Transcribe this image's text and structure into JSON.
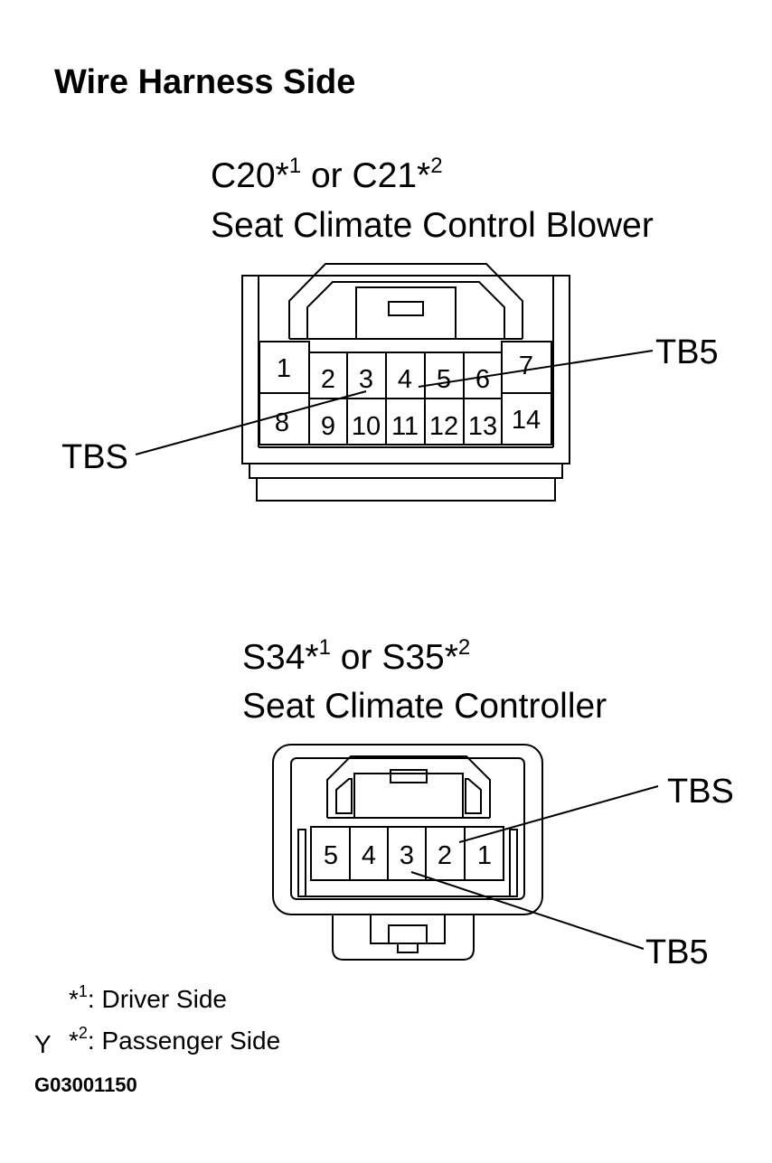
{
  "title": "Wire Harness Side",
  "connector1": {
    "id_a": "C20*",
    "sup_a": "1",
    "or": "or",
    "id_b": "C21*",
    "sup_b": "2",
    "name": "Seat Climate Control Blower",
    "pins_top": [
      "1",
      "2",
      "3",
      "4",
      "5",
      "6",
      "7"
    ],
    "pins_bottom": [
      "8",
      "9",
      "10",
      "11",
      "12",
      "13",
      "14"
    ],
    "label_left": "TBS",
    "label_right": "TB5"
  },
  "connector2": {
    "id_a": "S34*",
    "sup_a": "1",
    "or": "or",
    "id_b": "S35*",
    "sup_b": "2",
    "name": "Seat Climate Controller",
    "pins": [
      "5",
      "4",
      "3",
      "2",
      "1"
    ],
    "label_top": "TBS",
    "label_bottom": "TB5"
  },
  "notes": {
    "n1_star": "*",
    "n1_sup": "1",
    "n1_text": ": Driver Side",
    "n2_mark": "Y",
    "n2_star": "*",
    "n2_sup": "2",
    "n2_text": ": Passenger Side"
  },
  "figure_code": "G03001150"
}
